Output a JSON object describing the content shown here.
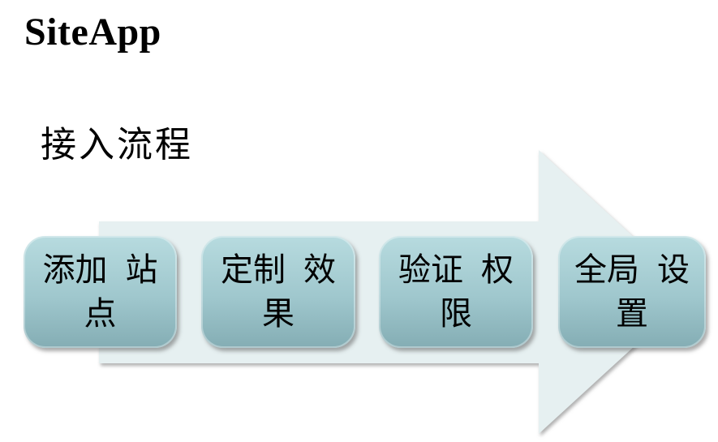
{
  "slide": {
    "title": "SiteApp",
    "heading": "接入流程"
  },
  "process": {
    "type": "horizontal-block-arrow",
    "steps": [
      {
        "label": "添加 站点",
        "lines": [
          "添加 站",
          "点"
        ]
      },
      {
        "label": "定制 效果",
        "lines": [
          "定制 效",
          "果"
        ]
      },
      {
        "label": "验证 权限",
        "lines": [
          "验证 权",
          "限"
        ]
      },
      {
        "label": "全局 设置",
        "lines": [
          "全局 设",
          "置"
        ]
      }
    ]
  },
  "theme": {
    "background": "#ffffff",
    "text_color": "#000000",
    "arrow_fill": "#e6f0f1",
    "box_top": "#b7dbdf",
    "box_bottom": "#84adb4"
  }
}
